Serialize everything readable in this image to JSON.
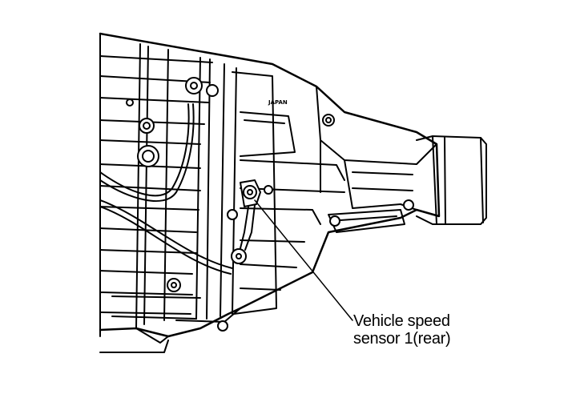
{
  "diagram": {
    "stamp_text": "JAPAN",
    "callout": {
      "line1": "Vehicle speed",
      "line2": "sensor 1(rear)"
    }
  }
}
